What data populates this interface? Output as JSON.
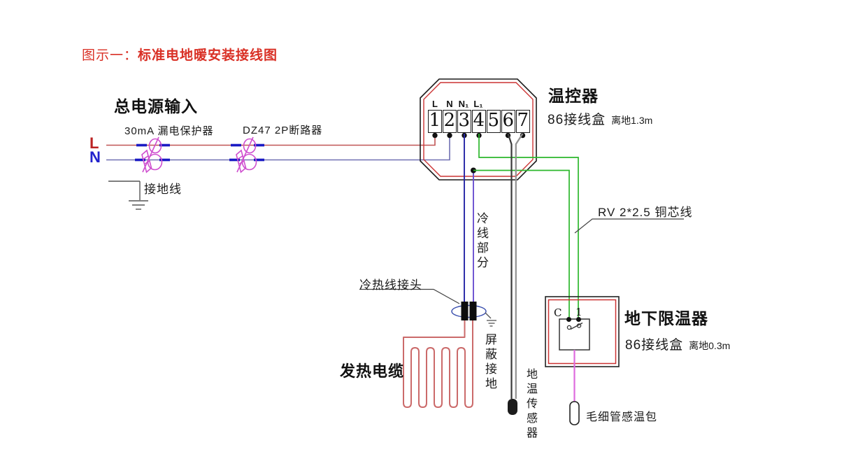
{
  "title": {
    "prefix": "图示一：",
    "main": "标准电地暖安装接线图"
  },
  "power": {
    "heading": "总电源输入",
    "line_l": "L",
    "line_n": "N",
    "rcd_label": "30mA 漏电保护器",
    "mcb_label": "DZ47 2P断路器",
    "earth_label": "接地线"
  },
  "thermostat": {
    "name": "温控器",
    "box_label": "86接线盒",
    "height_label": "离地1.3m",
    "terminal_numbers": [
      "1",
      "2",
      "3",
      "4",
      "5",
      "6",
      "7"
    ],
    "terminal_marks": [
      "L",
      "N",
      "N₁",
      "L₁"
    ]
  },
  "labels": {
    "rv_wire": "RV 2*2.5 铜芯线",
    "cold_section": "冷线部分",
    "cold_hot_joint": "冷热线接头",
    "shield_ground": "屏蔽接地",
    "heating_cable": "发热电缆",
    "floor_sensor": "地温传感器",
    "capillary_bulb": "毛细管感温包"
  },
  "limiter": {
    "name": "地下限温器",
    "box_label": "86接线盒",
    "height_label": "离地0.3m",
    "terminal_c": "C",
    "terminal_1": "1"
  },
  "colors": {
    "title_red": "#d93025",
    "l_wire": "#c05555",
    "n_wire": "#7070b2",
    "l_label": "#bb2222",
    "n_label": "#2222cc",
    "dash_blue": "#1a1ac4",
    "breaker_magenta": "#cf4fcf",
    "blue_wire": "#2525a5",
    "purple_wire": "#6a4fd0",
    "green_wire": "#2db82d",
    "sensor_dark": "#3a3a3a",
    "sensor_gray": "#919191",
    "heating_red": "#cb6a6a",
    "magenta_wire": "#de6ade",
    "box_red": "#cc3333",
    "ellipse_blue": "#3a4fae",
    "ink": "#1a1a1a"
  }
}
